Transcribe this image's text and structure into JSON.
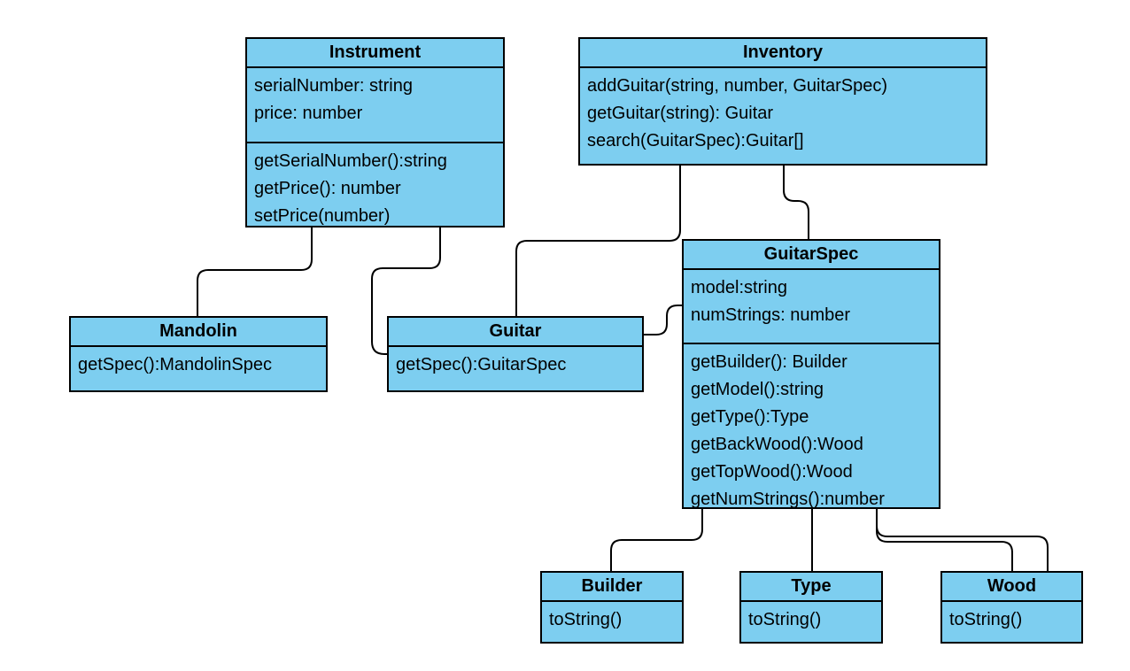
{
  "diagram": {
    "title": "Guitar inventory UML class diagram",
    "colors": {
      "background": "#ffffff",
      "box_fill": "#7dcef0",
      "box_border": "#000000",
      "line": "#000000",
      "text": "#000000"
    },
    "classes": [
      {
        "name": "Instrument",
        "attributes": [
          "serialNumber: string",
          "price: number"
        ],
        "methods": [
          "getSerialNumber():string",
          "getPrice(): number",
          "setPrice(number)"
        ]
      },
      {
        "name": "Inventory",
        "attributes": [],
        "methods": [
          "addGuitar(string, number, GuitarSpec)",
          "getGuitar(string): Guitar",
          "search(GuitarSpec):Guitar[]"
        ]
      },
      {
        "name": "Mandolin",
        "attributes": [],
        "methods": [
          "getSpec():MandolinSpec"
        ]
      },
      {
        "name": "Guitar",
        "attributes": [],
        "methods": [
          "getSpec():GuitarSpec"
        ]
      },
      {
        "name": "GuitarSpec",
        "attributes": [
          "model:string",
          "numStrings: number"
        ],
        "methods": [
          "getBuilder(): Builder",
          "getModel():string",
          "getType():Type",
          "getBackWood():Wood",
          "getTopWood():Wood",
          "getNumStrings():number"
        ]
      },
      {
        "name": "Builder",
        "attributes": [],
        "methods": [
          "toString()"
        ]
      },
      {
        "name": "Type",
        "attributes": [],
        "methods": [
          "toString()"
        ]
      },
      {
        "name": "Wood",
        "attributes": [],
        "methods": [
          "toString()"
        ]
      }
    ],
    "relations": [
      {
        "from": "Instrument",
        "to": "Mandolin"
      },
      {
        "from": "Instrument",
        "to": "Guitar"
      },
      {
        "from": "Inventory",
        "to": "Guitar"
      },
      {
        "from": "Inventory",
        "to": "GuitarSpec"
      },
      {
        "from": "Guitar",
        "to": "GuitarSpec"
      },
      {
        "from": "GuitarSpec",
        "to": "Builder"
      },
      {
        "from": "GuitarSpec",
        "to": "Type"
      },
      {
        "from": "GuitarSpec",
        "to": "Wood"
      },
      {
        "from": "GuitarSpec",
        "to": "Wood"
      }
    ]
  }
}
